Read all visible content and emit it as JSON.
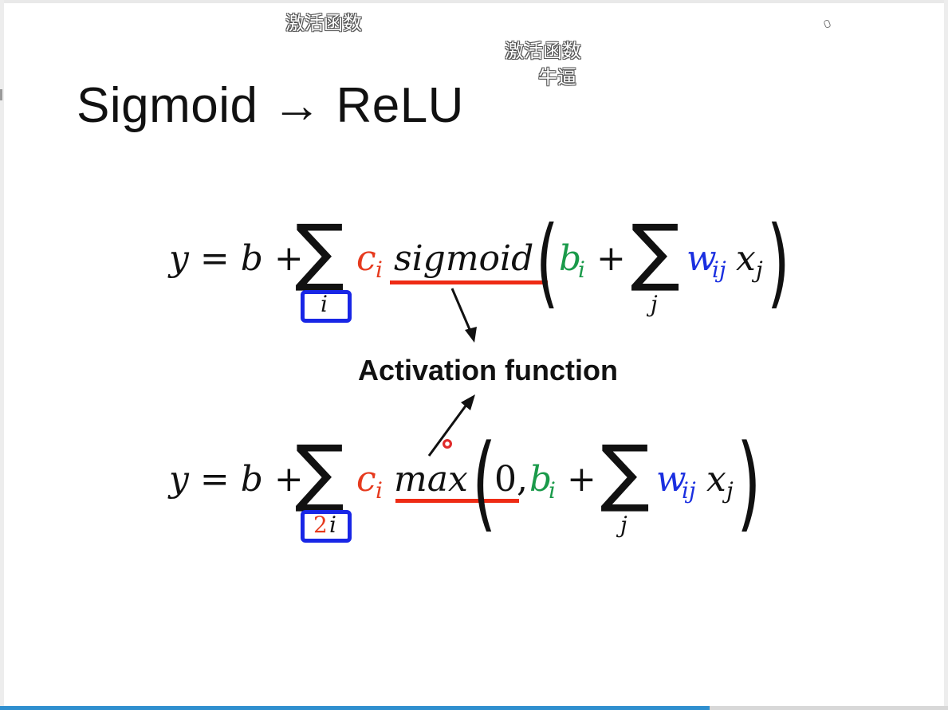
{
  "danmaku": {
    "comment_1": "激活函数",
    "comment_2_line1": "激活函数",
    "comment_2_line2": "牛逼"
  },
  "slide": {
    "title": "Sigmoid → ReLU",
    "equation_1": {
      "lhs": "y = b +",
      "sum_symbol": "∑",
      "sum_index": "i",
      "coefficient": "c",
      "coefficient_sub": "i",
      "function": "sigmoid",
      "bias": "b",
      "bias_sub": "i",
      "plus": "+",
      "inner_sum_index": "j",
      "weight": "w",
      "weight_sub": "ij",
      "input": "x",
      "input_sub": "j"
    },
    "activation_label": "Activation function",
    "equation_2": {
      "lhs": "y = b +",
      "sum_symbol": "∑",
      "sum_index_number": "2",
      "sum_index": "i",
      "coefficient": "c",
      "coefficient_sub": "i",
      "function": "max",
      "zero": "0,",
      "bias": "b",
      "bias_sub": "i",
      "plus": "+",
      "inner_sum_index": "j",
      "weight": "w",
      "weight_sub": "ij",
      "input": "x",
      "input_sub": "j"
    }
  },
  "colors": {
    "coefficient": "#e63a1e",
    "bias": "#1a9a4a",
    "weight": "#1a2fe0",
    "highlight_box": "#1826e6",
    "underline": "#ee2b14",
    "progress_bar": "#2f8fcf"
  },
  "icons": [
    "cursor-icon",
    "laser-pointer-icon"
  ]
}
